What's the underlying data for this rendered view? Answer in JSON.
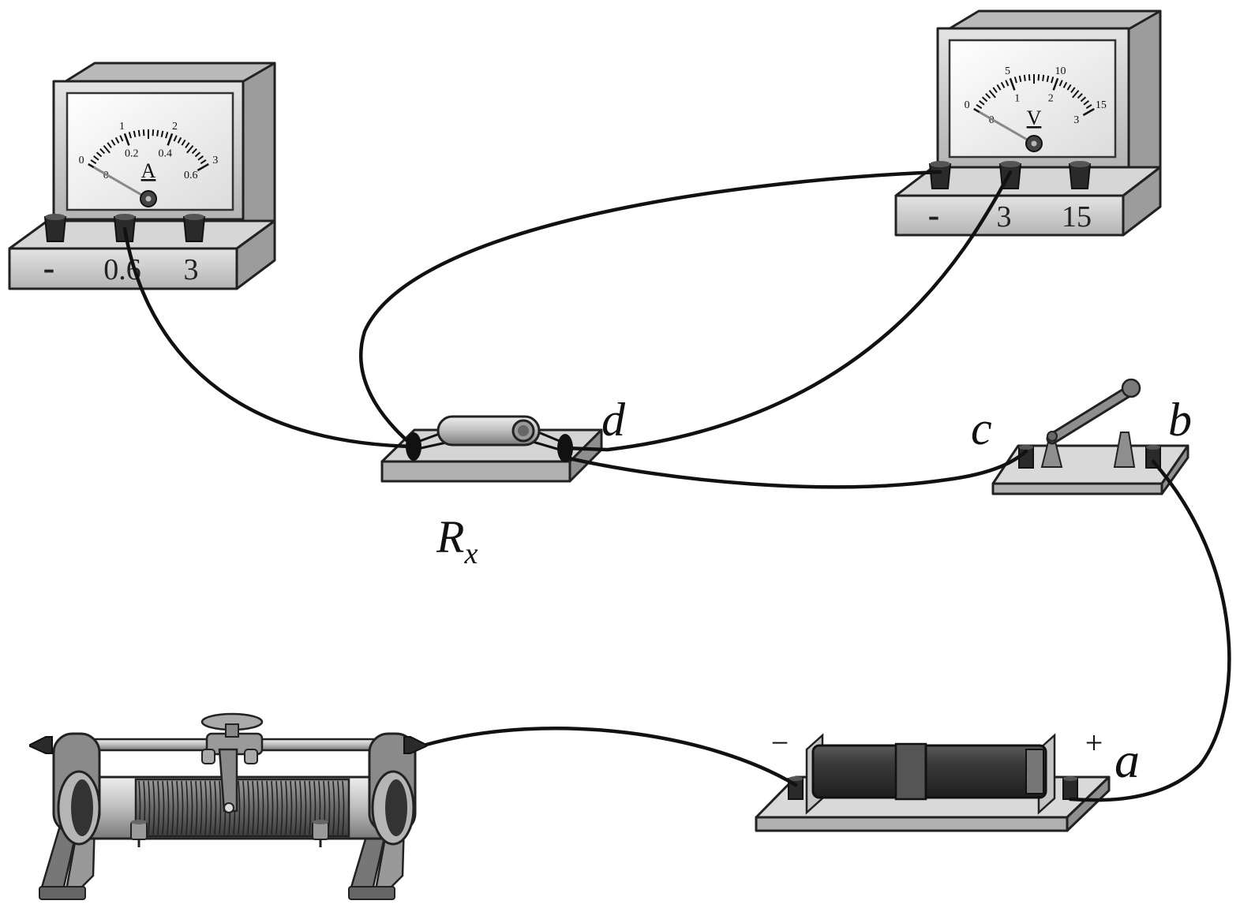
{
  "ammeter": {
    "unit": "A",
    "scale_top": [
      "0",
      "1",
      "2",
      "3"
    ],
    "scale_bottom": [
      "0",
      "0.2",
      "0.4",
      "0.6"
    ],
    "terminals": [
      "-",
      "0.6",
      "3"
    ],
    "pointer_reading": 0
  },
  "voltmeter": {
    "unit": "V",
    "scale_top": [
      "0",
      "5",
      "10",
      "15"
    ],
    "scale_bottom": [
      "0",
      "1",
      "2",
      "3"
    ],
    "terminals": [
      "-",
      "3",
      "15"
    ],
    "pointer_reading": 0
  },
  "resistor": {
    "label_main": "R",
    "label_sub": "x"
  },
  "points": {
    "a": "a",
    "b": "b",
    "c": "c",
    "d": "d"
  },
  "battery": {
    "neg": "−",
    "pos": "+"
  },
  "colors": {
    "wire": "#111111",
    "body": "#c8c8c8",
    "dark": "#2a2a2a",
    "dial": "#f4f4f4"
  }
}
